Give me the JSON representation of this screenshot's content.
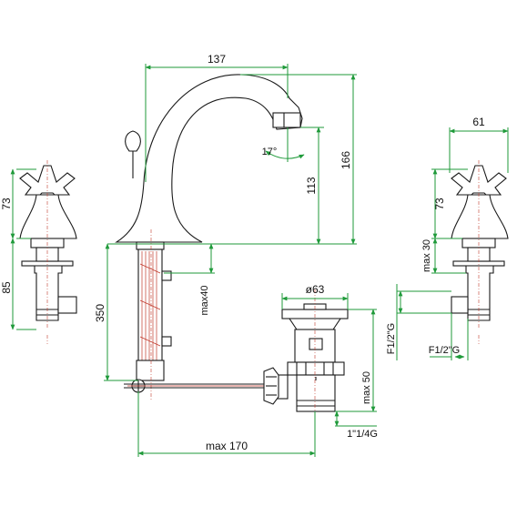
{
  "colors": {
    "outline": "#1a1a1a",
    "dimension": "#1f9a3a",
    "section": "#c0392b",
    "background": "#ffffff"
  },
  "dimensions": {
    "spout_reach": "137",
    "total_height": "166",
    "outlet_height": "113",
    "spout_angle": "17°",
    "handle_width": "61",
    "handle_height_left": "73",
    "handle_height_right": "73",
    "body_height_left": "85",
    "deck_max_right": "max 30",
    "supply_length": "350",
    "deck_thickness_max": "max40",
    "waste_diameter": "ø63",
    "waste_depth_max": "max 50",
    "waste_thread": "1\"1/4G",
    "rod_length_max": "max 170",
    "connection_thread_1": "F1/2\"G",
    "connection_thread_2": "F1/2\"G"
  }
}
